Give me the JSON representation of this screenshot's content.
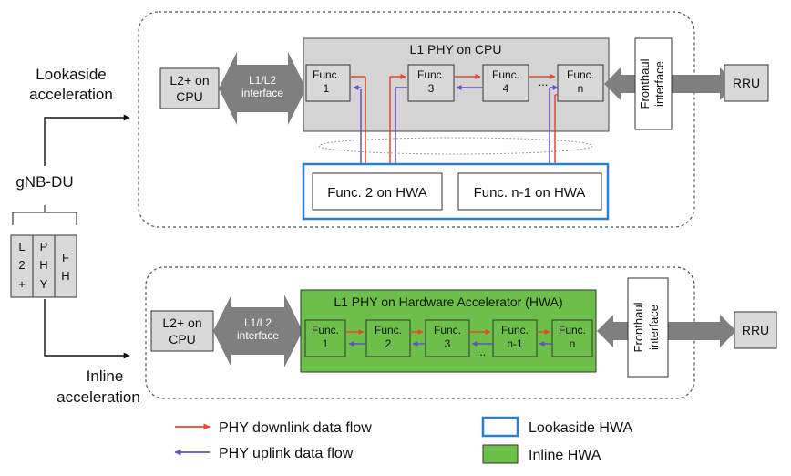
{
  "left": {
    "lookaside_label": [
      "Lookaside",
      "acceleration"
    ],
    "gnb_label": "gNB-DU",
    "inline_label": [
      "Inline",
      "acceleration"
    ],
    "stack": [
      [
        "L",
        "2",
        "+"
      ],
      [
        "P",
        "H",
        "Y"
      ],
      [
        "F",
        "H"
      ]
    ]
  },
  "lookaside": {
    "l2_cpu": [
      "L2+ on",
      "CPU"
    ],
    "l1l2_interface": [
      "L1/L2",
      "interface"
    ],
    "phy_title": "L1 PHY on CPU",
    "funcs": [
      [
        "Func.",
        "1"
      ],
      [
        "Func.",
        "3"
      ],
      [
        "Func.",
        "4"
      ],
      [
        "Func.",
        "n"
      ]
    ],
    "ellipsis": "...",
    "fronthaul": [
      "Fronthaul",
      "interface"
    ],
    "rru": "RRU",
    "hwa_funcs": [
      "Func. 2 on HWA",
      "Func. n-1 on HWA"
    ]
  },
  "inline": {
    "l2_cpu": [
      "L2+ on",
      "CPU"
    ],
    "l1l2_interface": [
      "L1/L2",
      "interface"
    ],
    "phy_title": "L1 PHY on Hardware Accelerator (HWA)",
    "funcs": [
      [
        "Func.",
        "1"
      ],
      [
        "Func.",
        "2"
      ],
      [
        "Func.",
        "3"
      ],
      [
        "Func.",
        "n-1"
      ],
      [
        "Func.",
        "n"
      ]
    ],
    "ellipsis": "...",
    "fronthaul": [
      "Fronthaul",
      "interface"
    ],
    "rru": "RRU"
  },
  "legend": {
    "downlink": "PHY downlink data flow",
    "uplink": "PHY uplink data flow",
    "lookaside_hwa": "Lookaside HWA",
    "inline_hwa": "Inline HWA"
  },
  "colors": {
    "downlink": "#e8482c",
    "uplink": "#6a4fc0",
    "lookaside_border": "#2a7fd4",
    "inline_fill": "#6cc04a",
    "phy_cpu_fill": "#d4d4d4",
    "block_fill": "#d9d9d9",
    "arrow_gray": "#7f7f7f"
  }
}
